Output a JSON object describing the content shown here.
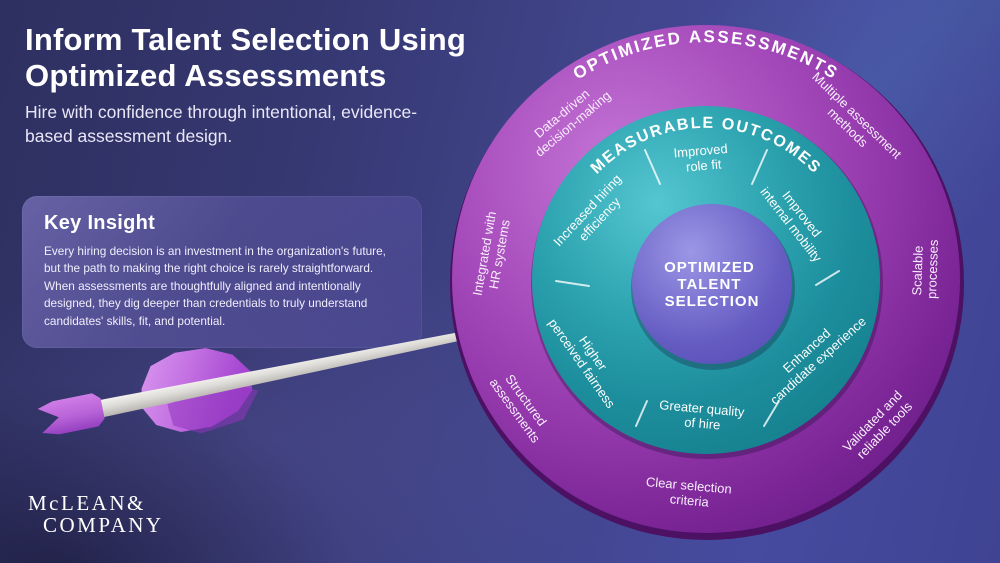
{
  "page": {
    "title": "Inform Talent Selection Using Optimized Assessments",
    "subtitle": "Hire with confidence through intentional, evidence-based assessment design."
  },
  "key_insight": {
    "title": "Key Insight",
    "body": "Every hiring decision is an investment in the organization's future, but the path to making the right choice is rarely straightforward. When assessments are thoughtfully aligned and intentionally designed, they dig deeper than credentials to truly understand candidates' skills, fit, and potential."
  },
  "logo": {
    "line1": "McLEAN&",
    "line2": "COMPANY"
  },
  "diagram": {
    "outer_ring": {
      "title": "OPTIMIZED ASSESSMENTS",
      "items": [
        {
          "lines": [
            "Data-driven",
            "decision-making"
          ]
        },
        {
          "lines": [
            "Multiple assessment",
            "methods"
          ]
        },
        {
          "lines": [
            "Scalable",
            "processes"
          ]
        },
        {
          "lines": [
            "Validated and",
            "reliable tools"
          ]
        },
        {
          "lines": [
            "Clear selection",
            "criteria"
          ]
        },
        {
          "lines": [
            "Structured",
            "assessments"
          ]
        },
        {
          "lines": [
            "Integrated with",
            "HR systems"
          ]
        }
      ]
    },
    "middle_ring": {
      "title": "MEASURABLE OUTCOMES",
      "items": [
        {
          "lines": [
            "Increased hiring",
            "efficiency"
          ]
        },
        {
          "lines": [
            "Improved",
            "role fit"
          ]
        },
        {
          "lines": [
            "Improved",
            "internal mobility"
          ]
        },
        {
          "lines": [
            "Enhanced",
            "candidate experience"
          ]
        },
        {
          "lines": [
            "Greater quality",
            "of hire"
          ]
        },
        {
          "lines": [
            "Higher",
            "perceived fairness"
          ]
        }
      ]
    },
    "center": {
      "lines": [
        "OPTIMIZED",
        "TALENT",
        "SELECTION"
      ]
    },
    "colors": {
      "outer_ring": "#9b3fb2",
      "outer_rim": "#4c1162",
      "middle_ring": "#2399a8",
      "inner_circle": "#6158ba",
      "label_text": "#ffffff"
    }
  }
}
